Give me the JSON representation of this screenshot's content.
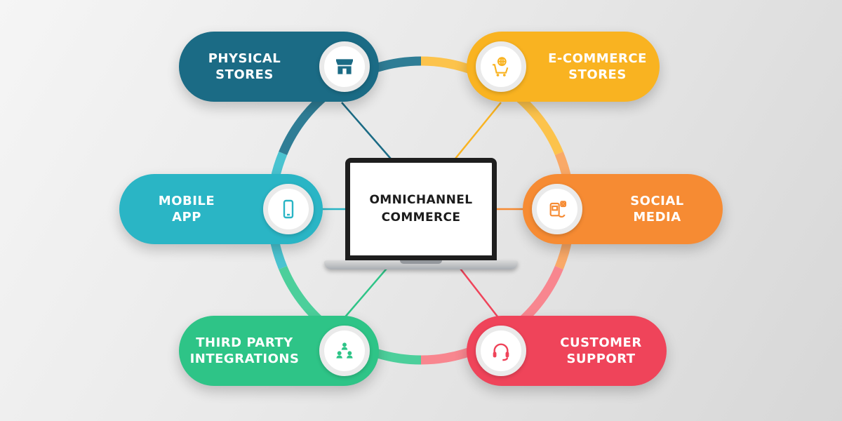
{
  "title": "Omnichannel Commerce diagram",
  "center": {
    "label_line1": "OMNICHANNEL",
    "label_line2": "COMMERCE",
    "device": "laptop"
  },
  "nodes": [
    {
      "id": "physical-stores",
      "label_line1": "PHYSICAL",
      "label_line2": "STORES",
      "color": "#1b6b85",
      "icon": "storefront-icon",
      "side": "left"
    },
    {
      "id": "ecommerce-stores",
      "label_line1": "E-COMMERCE",
      "label_line2": "STORES",
      "color": "#f9b321",
      "icon": "cart-globe-icon",
      "side": "right"
    },
    {
      "id": "mobile-app",
      "label_line1": "MOBILE",
      "label_line2": "APP",
      "color": "#2ab5c5",
      "icon": "smartphone-icon",
      "side": "left"
    },
    {
      "id": "social-media",
      "label_line1": "SOCIAL",
      "label_line2": "MEDIA",
      "color": "#f68b33",
      "icon": "social-phone-icon",
      "side": "right"
    },
    {
      "id": "third-party-integrations",
      "label_line1": "THIRD PARTY",
      "label_line2": "INTEGRATIONS",
      "color": "#2ec487",
      "icon": "people-network-icon",
      "side": "left"
    },
    {
      "id": "customer-support",
      "label_line1": "CUSTOMER",
      "label_line2": "SUPPORT",
      "color": "#ef445a",
      "icon": "headset-icon",
      "side": "right"
    }
  ],
  "ring": {
    "segment_colors": [
      "#2f7d95",
      "#fcc34c",
      "#f9a968",
      "#f8868f",
      "#4ccf9b",
      "#4ac3d0"
    ],
    "connector_colors": [
      "#1b6b85",
      "#f9b321",
      "#2ab5c5",
      "#f68b33",
      "#2ec487",
      "#ef445a"
    ]
  }
}
